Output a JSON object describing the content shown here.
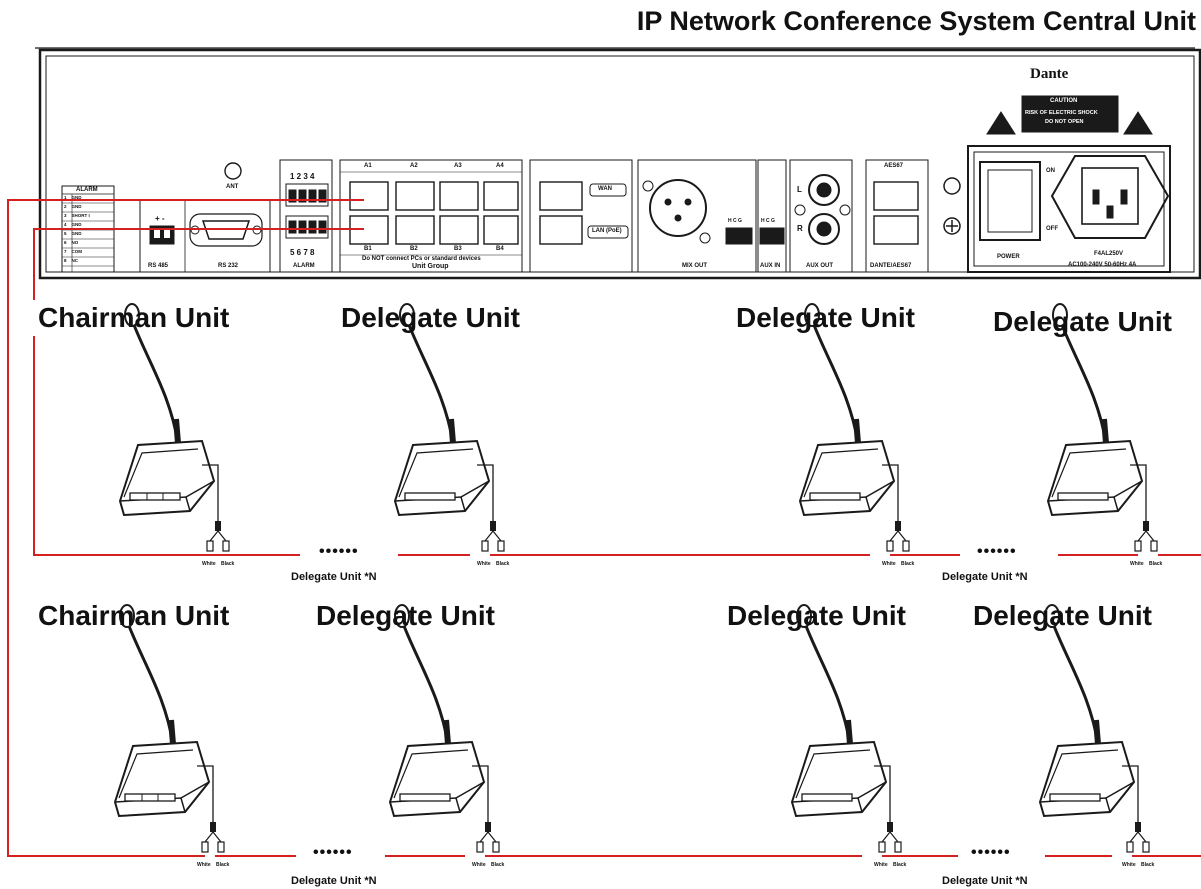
{
  "title": "IP Network Conference System Central Unit",
  "panel": {
    "dante_logo": "Dante",
    "caution_title": "CAUTION",
    "caution_line1": "RISK OF ELECTRIC SHOCK",
    "caution_line2": "DO NOT OPEN",
    "alarm_table_title": "ALARM",
    "alarm_rows": [
      {
        "num": "1",
        "name": "GND"
      },
      {
        "num": "2",
        "name": "GND"
      },
      {
        "num": "3",
        "name": "SHORT I"
      },
      {
        "num": "4",
        "name": "GND"
      },
      {
        "num": "5",
        "name": "GND"
      },
      {
        "num": "6",
        "name": "NO"
      },
      {
        "num": "7",
        "name": "COM"
      },
      {
        "num": "8",
        "name": "NC"
      }
    ],
    "ant": "ANT",
    "rs485_pins": "+ -",
    "rs485": "RS 485",
    "rs232": "RS 232",
    "alarm_top_pins": "1 2 3 4",
    "alarm_bottom_pins": "5 6 7 8",
    "alarm_label": "ALARM",
    "ports_top": [
      "A1",
      "A2",
      "A3",
      "A4"
    ],
    "ports_bottom": [
      "B1",
      "B2",
      "B3",
      "B4"
    ],
    "unit_group_warning": "Do NOT connect PCs or standard devices",
    "unit_group": "Unit Group",
    "wan": "WAN",
    "lan": "LAN (PoE)",
    "mix_out": "MIX OUT",
    "mix_pins": "H C G",
    "aux_in_pins": "H C G",
    "aux_in": "AUX IN",
    "aux_l": "L",
    "aux_r": "R",
    "aux_out": "AUX OUT",
    "aes67": "AES67",
    "dante_aes67": "DANTE/AES67",
    "on": "ON",
    "off": "OFF",
    "power": "POWER",
    "fuse": "F4AL250V",
    "ac_rating": "AC100-240V 50-60Hz 4A"
  },
  "rows": [
    {
      "labels": [
        "Chairman Unit",
        "Delegate Unit",
        "Delegate Unit",
        "Delegate Unit"
      ],
      "delegate_n": [
        "Delegate Unit *N",
        "Delegate Unit *N"
      ],
      "dots": "••••••"
    },
    {
      "labels": [
        "Chairman Unit",
        "Delegate Unit",
        "Delegate Unit",
        "Delegate Unit"
      ],
      "delegate_n": [
        "Delegate Unit *N",
        "Delegate Unit *N"
      ],
      "dots": "••••••"
    }
  ],
  "plug_labels": {
    "white": "White",
    "black": "Black"
  },
  "colors": {
    "cable": "#d42020",
    "outline": "#1a1a1a"
  }
}
